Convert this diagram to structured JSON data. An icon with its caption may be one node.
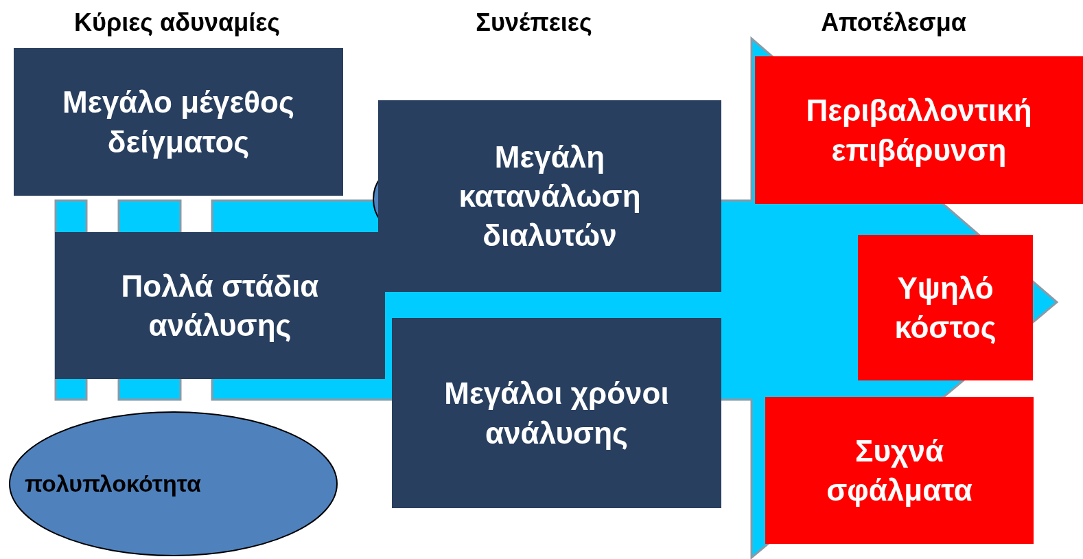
{
  "diagram": {
    "nodes": [
      {
        "text": [
          "Μεγάλο μέγεθος δείγματος"
        ]
      },
      {
        "text": [
          "Πολλά στάδια ανάλυσης"
        ]
      },
      {
        "text": [
          "πολυπλοκότητα"
        ]
      },
      {
        "text": [
          "Μεγάλη κατανάλωση διαλυτών"
        ]
      },
      {
        "text": [
          "Μεγάλοι χρόνοι ανάλυσης"
        ]
      },
      {
        "text": [
          "Περιβαλλοντική επιβάρυνση"
        ]
      },
      {
        "text": [
          "Υψηλό κόστος"
        ]
      },
      {
        "text": [
          "Συχνά σφάλματα"
        ]
      }
    ],
    "edges": [
      {
        "from": 1,
        "to": 6,
        "arrow": "to",
        "style": "thick"
      }
    ],
    "labels": [
      "Κύριες αδυναμίες",
      "Συνέπειες",
      "Αποτέλεσμα"
    ]
  }
}
